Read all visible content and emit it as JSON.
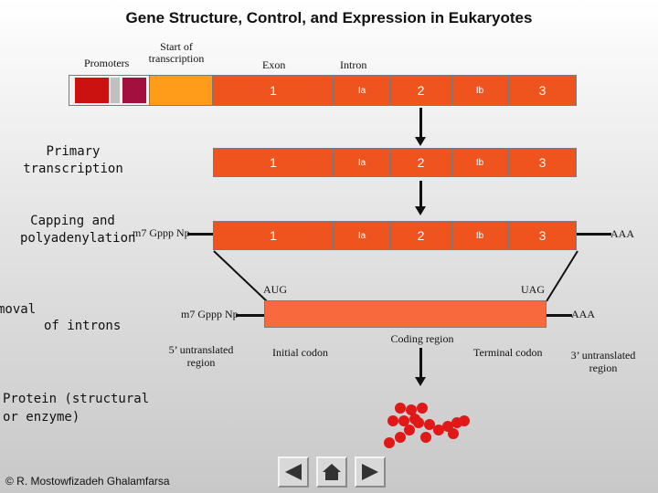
{
  "title": "Gene Structure, Control, and Expression in Eukaryotes",
  "labels": {
    "promoters": "Promoters",
    "start_of_transcription": "Start of transcription",
    "exon": "Exon",
    "intron": "Intron",
    "primary_transcription": "Primary transcription",
    "capping_polyadenylation": "Capping and polyadenylation",
    "cap_left": "m7 Gppp Np",
    "cap_mrna": "m7 Gppp Np",
    "aaa_top": "AAA",
    "aaa_mrna": "AAA",
    "aug": "AUG",
    "uag": "UAG",
    "removal": "moval",
    "of_introns": "of introns",
    "five_utr": "5’ untranslated region",
    "initial_codon": "Initial codon",
    "coding_region": "Coding region",
    "terminal_codon": "Terminal codon",
    "three_utr": "3’ untranslated region",
    "protein": "Protein (structural or enzyme)",
    "copyright": "© R. Mostowfizadeh Ghalamfarsa"
  },
  "segments": {
    "exon1": "1",
    "intron_a": "Ia",
    "exon2": "2",
    "intron_b": "Ib",
    "exon3": "3"
  },
  "colors": {
    "promoter_red": "#cc1111",
    "promoter_grey": "#c0c0c0",
    "promoter_maroon": "#a31040",
    "start_orange": "#ff9c1a",
    "exon_orange": "#f0541e",
    "mrna_orange": "#f86a3e",
    "protein_red": "#e01818"
  },
  "nav": {
    "prev_icon": "prev-triangle-icon",
    "home_icon": "home-icon",
    "next_icon": "next-triangle-icon"
  }
}
